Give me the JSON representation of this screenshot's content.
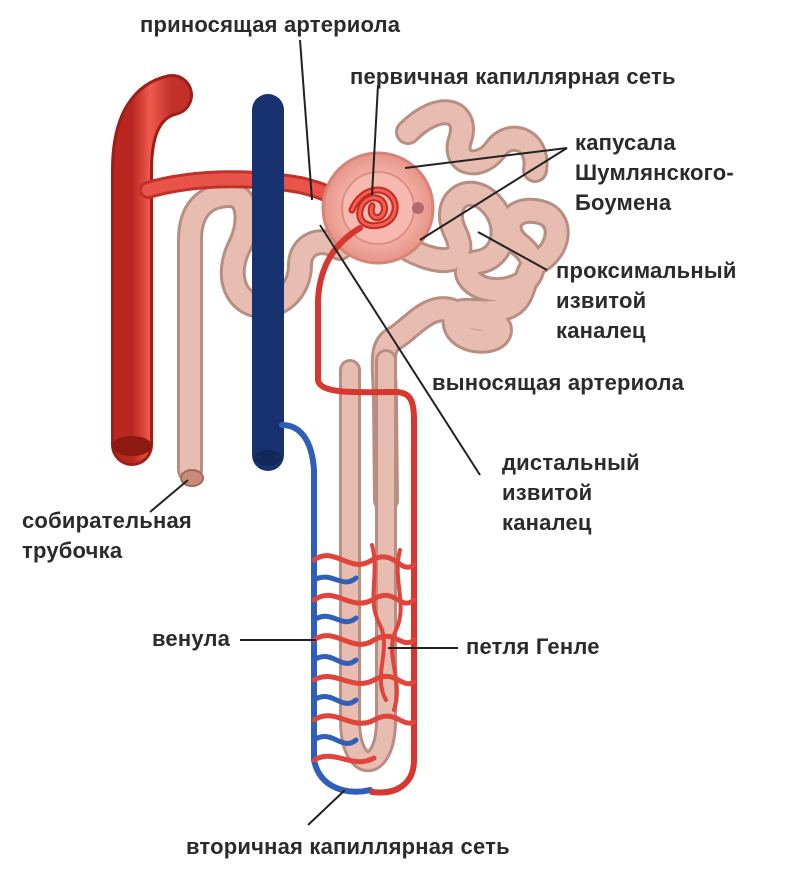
{
  "labels": {
    "afferent_arteriole": "приносящая артериола",
    "primary_capillary_network": "первичная капиллярная сеть",
    "capsule": [
      "капусала",
      "Шумлянского-",
      "Боумена"
    ],
    "proximal_tubule": [
      "проксимальный",
      "извитой",
      "каналец"
    ],
    "efferent_arteriole": "выносящая артериола",
    "distal_tubule": [
      "дистальный",
      "извитой",
      "каналец"
    ],
    "collecting_duct": [
      "собирательная",
      "трубочка"
    ],
    "venule": "венула",
    "loop_of_henle": "петля Генле",
    "secondary_capillary_network": "вторичная капиллярная сеть"
  },
  "colors": {
    "artery": "#e0443a",
    "artery_dark": "#b8261f",
    "vein": "#2f5fb8",
    "vein_dark": "#1e3f86",
    "tubule": "#e6bdb0",
    "tubule_edge": "#b98e82",
    "glomerulus": "#f2a9a0",
    "leader_line": "#222222"
  }
}
